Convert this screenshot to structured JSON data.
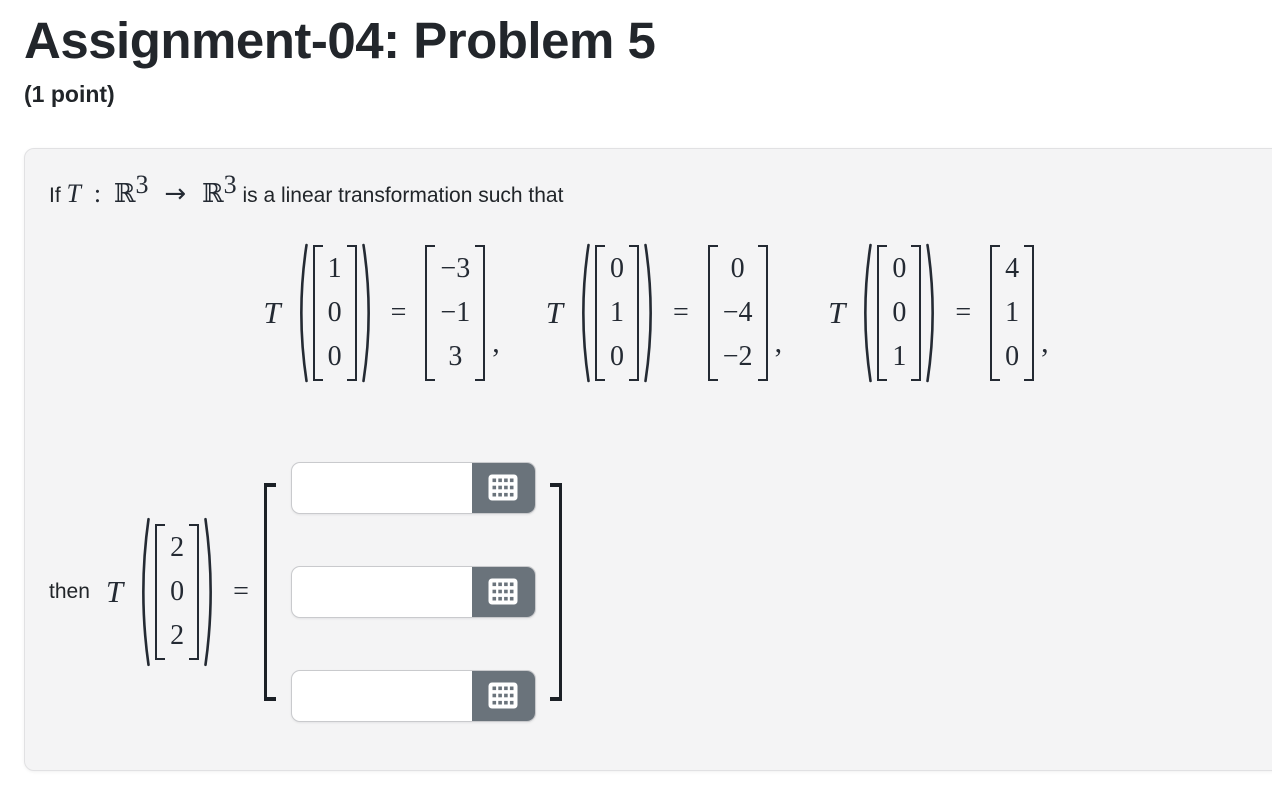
{
  "header": {
    "title": "Assignment-04: Problem 5",
    "points": "(1 point)"
  },
  "problem": {
    "intro": {
      "prefix": "If",
      "math": {
        "T": "T",
        "colon": ":",
        "set1": "ℝ",
        "sup1": "3",
        "arrow": "→",
        "set2": "ℝ",
        "sup2": "3"
      },
      "suffix": "is a linear transformation such that"
    },
    "equations": [
      {
        "T": "T",
        "rel": "=",
        "input": [
          "1",
          "0",
          "0"
        ],
        "output": [
          "−3",
          "−1",
          "3"
        ],
        "sep": ","
      },
      {
        "T": "T",
        "rel": "=",
        "input": [
          "0",
          "1",
          "0"
        ],
        "output": [
          "0",
          "−4",
          "−2"
        ],
        "sep": ","
      },
      {
        "T": "T",
        "rel": "=",
        "input": [
          "0",
          "0",
          "1"
        ],
        "output": [
          "4",
          "1",
          "0"
        ],
        "sep": ","
      }
    ],
    "conclusion": {
      "prefix": "then",
      "T": "T",
      "vector": [
        "2",
        "0",
        "2"
      ],
      "rel": "="
    },
    "answers": [
      {
        "value": ""
      },
      {
        "value": ""
      },
      {
        "value": ""
      }
    ]
  },
  "colors": {
    "keypad_button": "#6a737b",
    "panel_background": "#f4f4f5",
    "text": "#212529"
  }
}
